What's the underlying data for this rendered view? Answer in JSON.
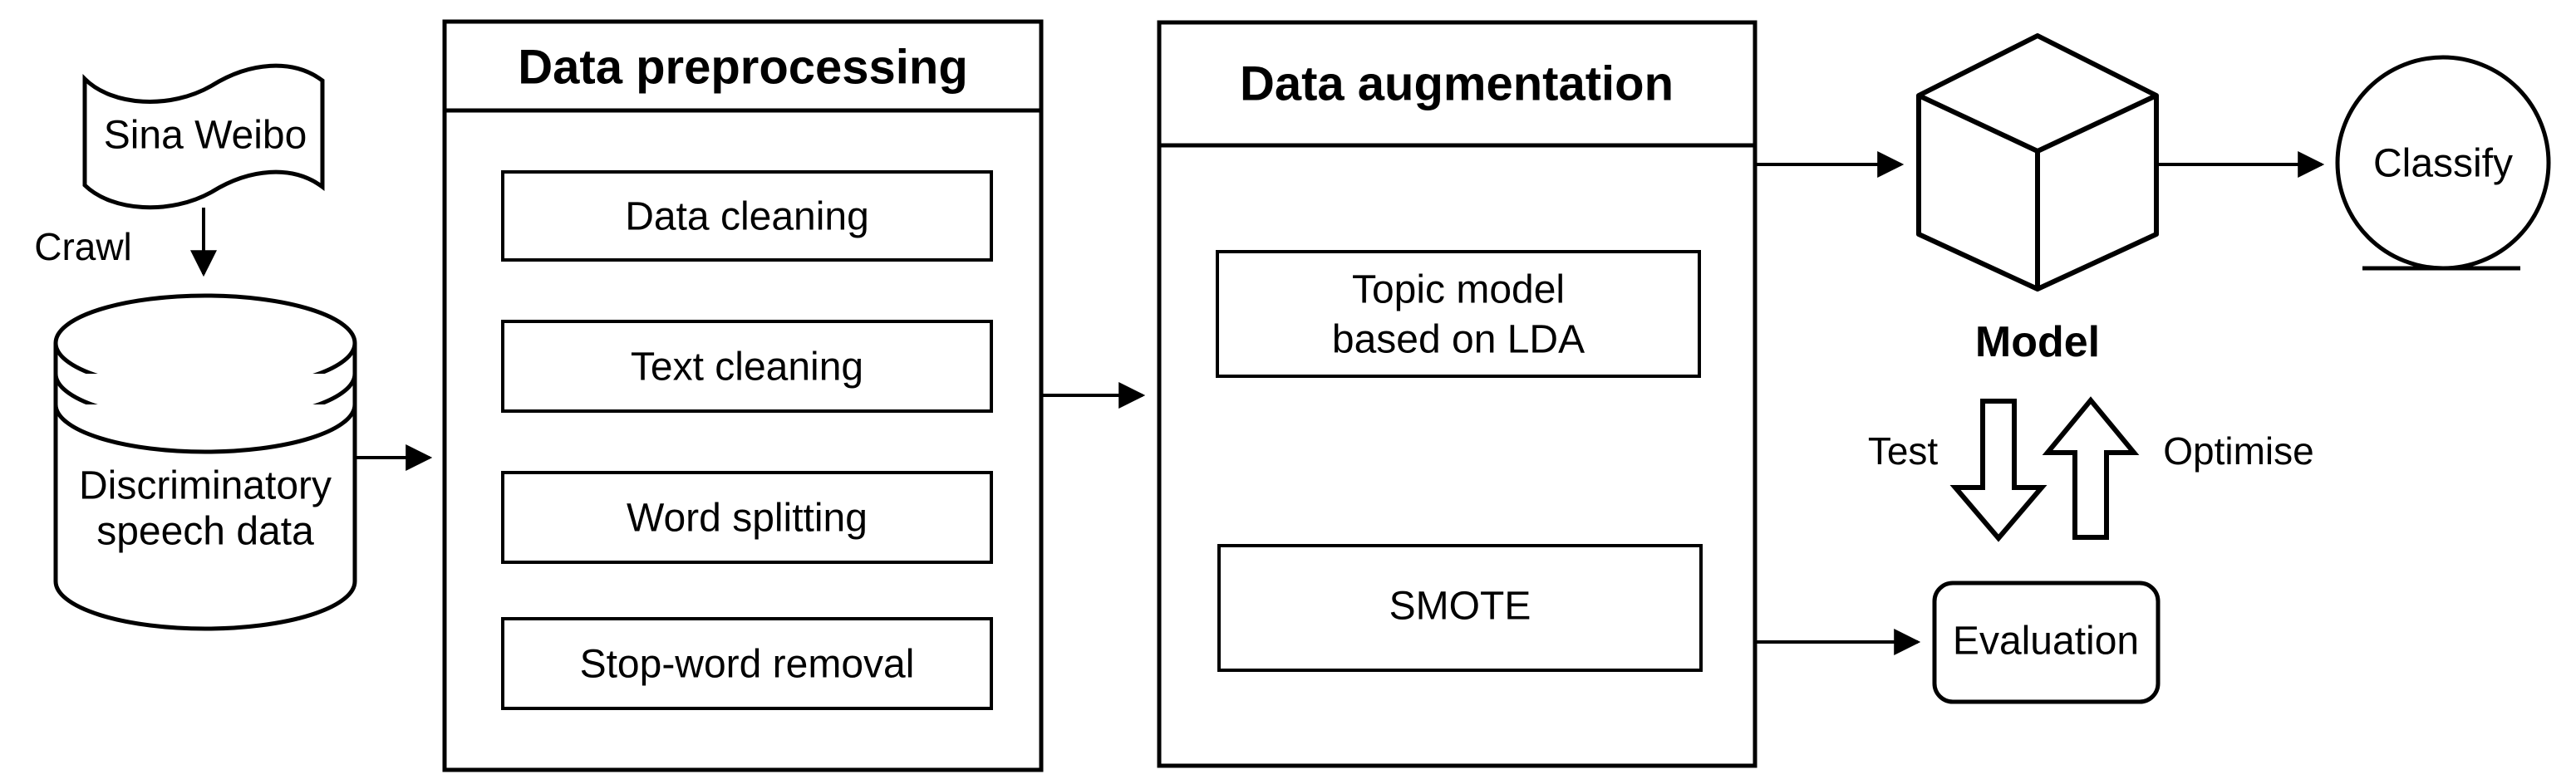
{
  "colors": {
    "background": "#ffffff",
    "stroke": "#000000",
    "shape_fill": "#ffffff",
    "text": "#000000"
  },
  "diagram": {
    "source": {
      "label": "Sina Weibo"
    },
    "edges": {
      "crawl": "Crawl",
      "test": "Test",
      "optimise": "Optimise"
    },
    "dataset": {
      "line1": "Discriminatory",
      "line2": "speech data"
    },
    "preprocessing": {
      "title": "Data preprocessing",
      "steps": [
        "Data cleaning",
        "Text cleaning",
        "Word splitting",
        "Stop-word removal"
      ]
    },
    "augmentation": {
      "title": "Data augmentation",
      "topic_model": {
        "line1": "Topic model",
        "line2": "based on LDA"
      },
      "smote": "SMOTE"
    },
    "model": {
      "label": "Model"
    },
    "classify": {
      "label": "Classify"
    },
    "evaluation": {
      "label": "Evaluation"
    }
  }
}
